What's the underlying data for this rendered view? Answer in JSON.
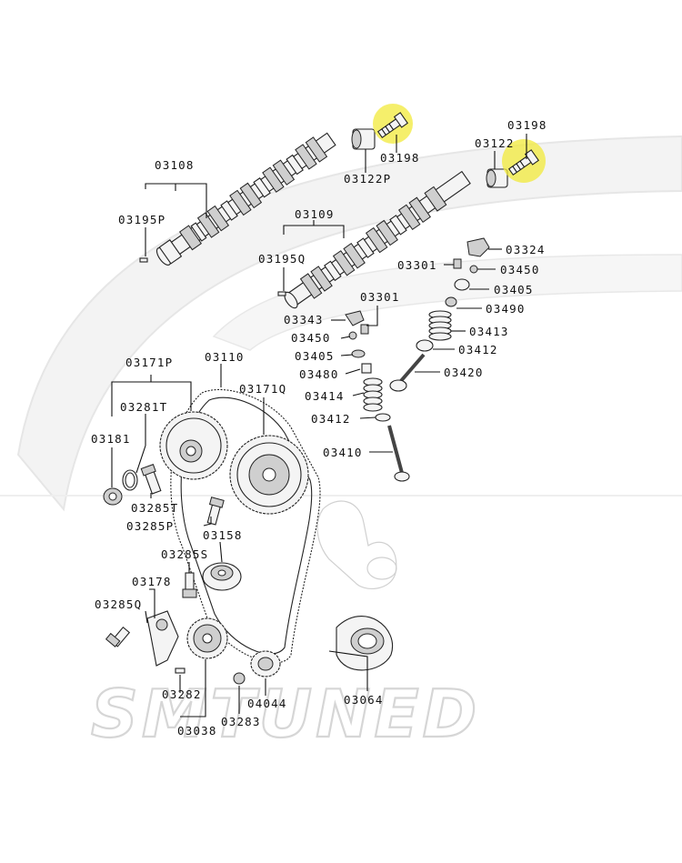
{
  "watermark": {
    "text": "SMTUNED"
  },
  "colors": {
    "highlight": "#f2ea3a",
    "line": "#111111",
    "watermark": "#e2e2e2",
    "background": "#ffffff"
  },
  "labels": {
    "p03108": "03108",
    "p03195P": "03195P",
    "p03198_left": "03198",
    "p03122P": "03122P",
    "p03198_right": "03198",
    "p03122": "03122",
    "p03109": "03109",
    "p03195Q": "03195Q",
    "p03324": "03324",
    "p03301_top": "03301",
    "p03450_top": "03450",
    "p03405_top": "03405",
    "p03490": "03490",
    "p03413": "03413",
    "p03412_top": "03412",
    "p03420": "03420",
    "p03301_mid": "03301",
    "p03343": "03343",
    "p03450_mid": "03450",
    "p03405_mid": "03405",
    "p03480": "03480",
    "p03414": "03414",
    "p03412_mid": "03412",
    "p03410": "03410",
    "p03171P": "03171P",
    "p03110": "03110",
    "p03171Q": "03171Q",
    "p03281T": "03281T",
    "p03181": "03181",
    "p03285T": "03285T",
    "p03285P": "03285P",
    "p03158": "03158",
    "p03285S": "03285S",
    "p03178": "03178",
    "p03285Q": "03285Q",
    "p03282": "03282",
    "p03038": "03038",
    "p03283": "03283",
    "p04044": "04044",
    "p03064": "03064"
  }
}
